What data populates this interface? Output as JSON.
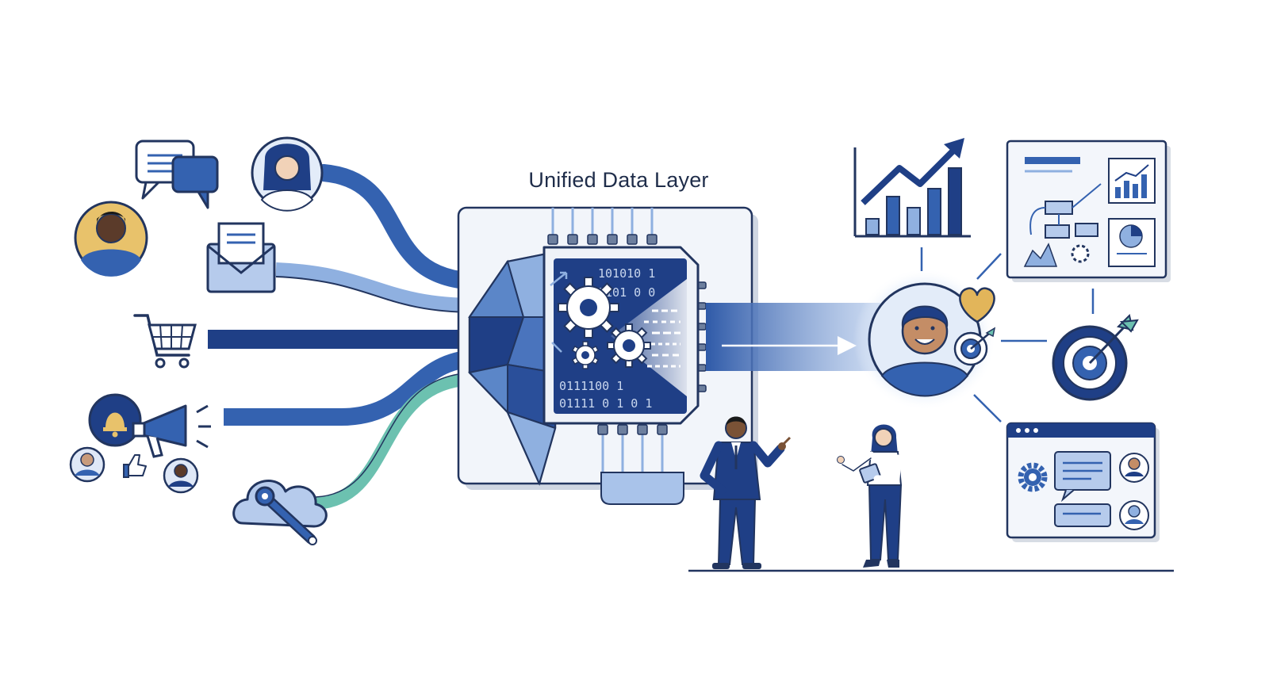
{
  "diagram": {
    "title": "Unified Data Layer",
    "binary_rows": [
      "101010 1",
      "1101 0 0",
      "0111100 1",
      "01111 0 1 0 1"
    ]
  },
  "colors": {
    "navy": "#1f3f86",
    "mid_blue": "#3462b0",
    "light_blue": "#8fb0e0",
    "pale_blue": "#dde8f7",
    "teal": "#6cc1b0",
    "gold": "#e2b55a",
    "outline": "#22355f"
  }
}
